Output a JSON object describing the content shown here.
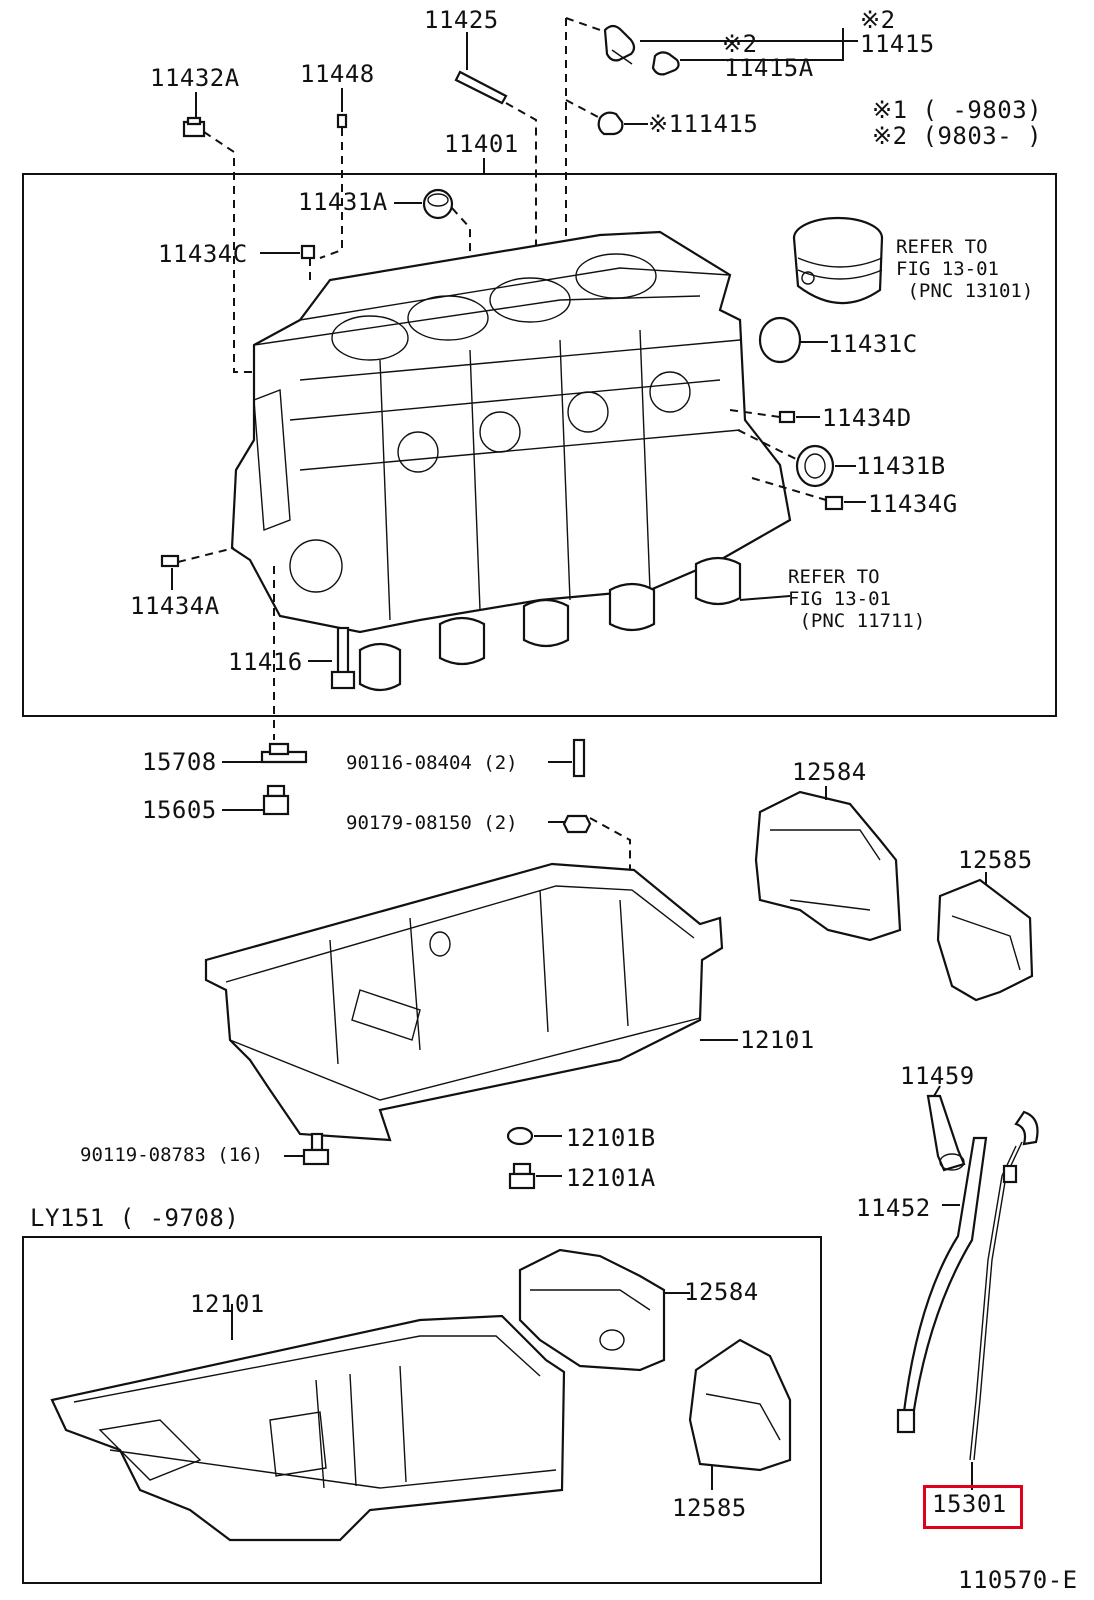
{
  "legend": {
    "top_mark": "※2",
    "a2_mark": "※2",
    "range1": "※1 (     -9803)",
    "range2": "※2 (9803-      )"
  },
  "labels": {
    "p11425": "11425",
    "p11415": "11415",
    "p11415a": "11415A",
    "p111415": "※111415",
    "p11432a": "11432A",
    "p11448": "11448",
    "p11401": "11401",
    "p11431a": "11431A",
    "p11434c": "11434C",
    "p11431c": "11431C",
    "p11434d": "11434D",
    "p11431b": "11431B",
    "p11434g": "11434G",
    "p11434a": "11434A",
    "p11416": "11416",
    "p15708": "15708",
    "p15605": "15605",
    "p90116": "90116-08404 (2)",
    "p90179": "90179-08150 (2)",
    "p12584_top": "12584",
    "p12585_top": "12585",
    "p12101_top": "12101",
    "p11459": "11459",
    "p12101b": "12101B",
    "p12101a": "12101A",
    "p90119": "90119-08783 (16)",
    "p11452": "11452",
    "ly151": "LY151 (       -9708)",
    "p12101_bot": "12101",
    "p12584_bot": "12584",
    "p12585_bot": "12585",
    "p15301": "15301",
    "code": "110570-E"
  },
  "refs": {
    "piston": "REFER TO\nFIG 13-01\n (PNC 13101)",
    "bearing": "REFER TO\nFIG 13-01\n (PNC 11711)"
  },
  "highlight_color": "#e0001b"
}
